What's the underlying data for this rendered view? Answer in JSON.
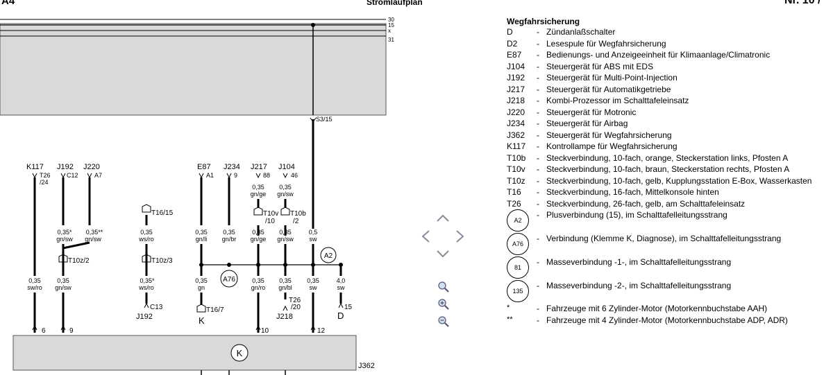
{
  "header": {
    "left": "A4",
    "center": "Stromlaufplan",
    "right": "Nr.  10 /"
  },
  "diagram": {
    "rail_labels": [
      "30",
      "15",
      "x",
      "31"
    ],
    "connector_s": "S3/15",
    "component_labels": [
      {
        "name": "K117",
        "pin": "T26",
        "pin2": "/24"
      },
      {
        "name": "J192",
        "pin": "C12"
      },
      {
        "name": "J220",
        "pin": "A7"
      },
      {
        "name": "E87",
        "pin": "A1"
      },
      {
        "name": "J234",
        "pin": "9"
      },
      {
        "name": "J217",
        "pin": "88"
      },
      {
        "name": "J104",
        "pin": "46"
      }
    ],
    "wire_labels": [
      {
        "size": "0,35",
        "color": "sw/ro"
      },
      {
        "size": "0,35",
        "color": "gn/sw"
      },
      {
        "size": "0,35*",
        "color": "gn/sw"
      },
      {
        "size": "0,35**",
        "color": "gn/sw"
      },
      {
        "size": "0,35",
        "color": "ws/ro"
      },
      {
        "size": "0,35*",
        "color": "ws/ro"
      },
      {
        "size": "0,35",
        "color": "gn/li"
      },
      {
        "size": "0,35",
        "color": "gn/br"
      },
      {
        "size": "0,35",
        "color": "gn/ge"
      },
      {
        "size": "0,35",
        "color": "gn/sw"
      },
      {
        "size": "0,5",
        "color": "sw"
      },
      {
        "size": "0,35",
        "color": "gn"
      },
      {
        "size": "0,35",
        "color": "gn/ro"
      },
      {
        "size": "0,35",
        "color": "gn/bl"
      },
      {
        "size": "0,35",
        "color": "sw"
      },
      {
        "size": "4,0",
        "color": "sw"
      }
    ],
    "connectors": [
      "T16/15",
      "T10z/2",
      "T10z/3",
      "T10v",
      "/10",
      "T10b",
      "/2",
      "T16/7"
    ],
    "bottom_refs": [
      {
        "pin": "C13",
        "name": "J192"
      },
      {
        "name": "K"
      },
      {
        "pin": "T26",
        "pin2": "/20",
        "name": "J218"
      },
      {
        "pin": "15",
        "name": "D"
      }
    ],
    "circles": [
      "A76",
      "A2"
    ],
    "box_pins": [
      "6",
      "9",
      "10",
      "12"
    ],
    "box_label": "J362",
    "box_symbol": "K"
  },
  "legend": {
    "title": "Wegfahrsicherung",
    "items": [
      {
        "code": "D",
        "desc": "Zündanlaßschalter"
      },
      {
        "code": "D2",
        "desc": "Lesespule für Wegfahrsicherung"
      },
      {
        "code": "E87",
        "desc": "Bedienungs- und Anzeigeeinheit für Klimaanlage/Climatronic"
      },
      {
        "code": "J104",
        "desc": "Steuergerät für ABS mit EDS"
      },
      {
        "code": "J192",
        "desc": "Steuergerät für Multi-Point-Injection"
      },
      {
        "code": "J217",
        "desc": "Steuergerät für Automatikgetriebe"
      },
      {
        "code": "J218",
        "desc": "Kombi-Prozessor im Schalttafeleinsatz"
      },
      {
        "code": "J220",
        "desc": "Steuergerät für Motronic"
      },
      {
        "code": "J234",
        "desc": "Steuergerät für Airbag"
      },
      {
        "code": "J362",
        "desc": "Steuergerät für Wegfahrsicherung"
      },
      {
        "code": "K117",
        "desc": "Kontrollampe für Wegfahrsicherung"
      },
      {
        "code": "T10b",
        "desc": "Steckverbindung, 10-fach, orange, Steckerstation links, Pfosten A"
      },
      {
        "code": "T10v",
        "desc": "Steckverbindung, 10-fach, braun, Steckerstation rechts, Pfosten A"
      },
      {
        "code": "T10z",
        "desc": "Steckverbindung, 10-fach, gelb, Kupplungsstation E-Box, Wasserkasten"
      },
      {
        "code": "T16",
        "desc": "Steckverbindung, 16-fach, Mittelkonsole hinten"
      },
      {
        "code": "T26",
        "desc": "Steckverbindung, 26-fach, gelb, am Schalttafeleinsatz"
      }
    ],
    "circle_items": [
      {
        "code": "A2",
        "desc": "Plusverbindung (15), im Schalttafelleitungsstrang"
      },
      {
        "code": "A76",
        "desc": "Verbindung (Klemme K, Diagnose), im Schalttafelleitungsstrang"
      },
      {
        "code": "81",
        "desc": "Masseverbindung -1-, im Schalttafelleitungsstrang"
      },
      {
        "code": "135",
        "desc": "Masseverbindung -2-, im Schalttafelleitungsstrang"
      }
    ],
    "notes": [
      {
        "mark": "*",
        "desc": "Fahrzeuge mit 6 Zylinder-Motor (Motorkennbuchstabe AAH)"
      },
      {
        "mark": "**",
        "desc": "Fahrzeuge mit 4 Zylinder-Motor (Motorkennbuchstabe ADP, ADR)"
      }
    ]
  },
  "nav": {
    "up": "up-arrow-icon",
    "down": "down-arrow-icon",
    "left": "left-arrow-icon",
    "right": "right-arrow-icon"
  },
  "zoom": [
    "zoom-fit-icon",
    "zoom-in-icon",
    "zoom-out-icon"
  ]
}
